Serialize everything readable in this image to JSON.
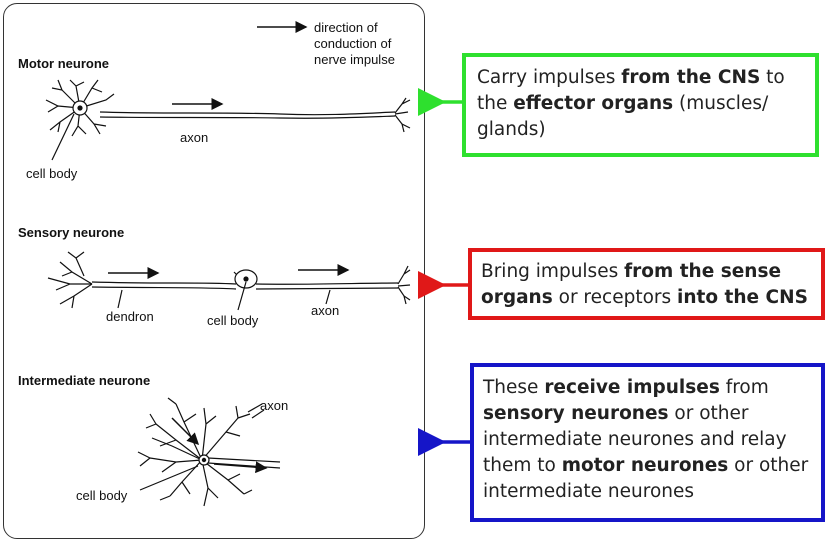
{
  "diagram": {
    "legend_text": "direction of conduction of nerve impulse",
    "motor": {
      "title": "Motor neurone",
      "axon_label": "axon",
      "cell_body_label": "cell body"
    },
    "sensory": {
      "title": "Sensory neurone",
      "dendron_label": "dendron",
      "cell_body_label": "cell body",
      "axon_label": "axon"
    },
    "intermediate": {
      "title": "Intermediate neurone",
      "axon_label": "axon",
      "cell_body_label": "cell body"
    }
  },
  "boxes": {
    "motor": {
      "color": "#2ee02e",
      "parts": [
        {
          "t": "Carry impulses ",
          "b": false
        },
        {
          "t": "from the CNS",
          "b": true
        },
        {
          "t": " to the ",
          "b": false
        },
        {
          "t": "effector organs",
          "b": true
        },
        {
          "t": " (muscles/ glands)",
          "b": false
        }
      ]
    },
    "sensory": {
      "color": "#e01818",
      "parts": [
        {
          "t": "Bring impulses ",
          "b": false
        },
        {
          "t": "from the sense organs",
          "b": true
        },
        {
          "t": " or receptors ",
          "b": false
        },
        {
          "t": "into the CNS",
          "b": true
        }
      ]
    },
    "intermediate": {
      "color": "#1515c8",
      "parts": [
        {
          "t": "These ",
          "b": false
        },
        {
          "t": "receive impulses",
          "b": true
        },
        {
          "t": " from ",
          "b": false
        },
        {
          "t": "sensory neurones",
          "b": true
        },
        {
          "t": " or other intermediate neurones and relay them to ",
          "b": false
        },
        {
          "t": "motor neurones",
          "b": true
        },
        {
          "t": " or other intermediate neurones",
          "b": false
        }
      ]
    }
  }
}
